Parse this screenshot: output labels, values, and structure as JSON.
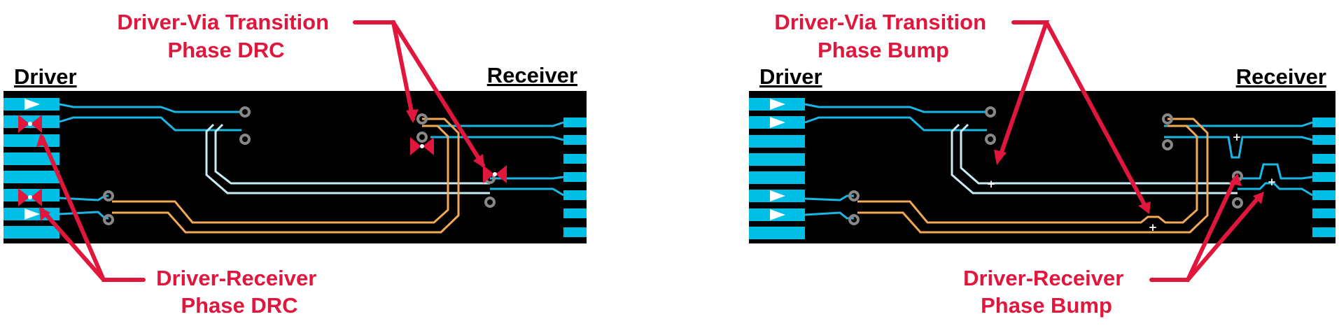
{
  "colors": {
    "board": "#000000",
    "pad": "#00bfe6",
    "trace_blue": "#18b7e6",
    "trace_light": "#c8ecf7",
    "trace_orange": "#f2a857",
    "via": "#888888",
    "callout": "#e0163c",
    "marker": "#e0163c",
    "arrow_white": "#ffffff"
  },
  "left_panel": {
    "driver_label": "Driver",
    "receiver_label": "Receiver",
    "callout_top": {
      "line1": "Driver-Via Transition",
      "line2": "Phase DRC"
    },
    "callout_bottom": {
      "line1": "Driver-Receiver",
      "line2": "Phase DRC"
    },
    "marker_icon": "bowtie-drc-marker-icon"
  },
  "right_panel": {
    "driver_label": "Driver",
    "receiver_label": "Receiver",
    "callout_top": {
      "line1": "Driver-Via Transition",
      "line2": "Phase Bump"
    },
    "callout_bottom": {
      "line1": "Driver-Receiver",
      "line2": "Phase Bump"
    },
    "bump_marker": "+"
  }
}
